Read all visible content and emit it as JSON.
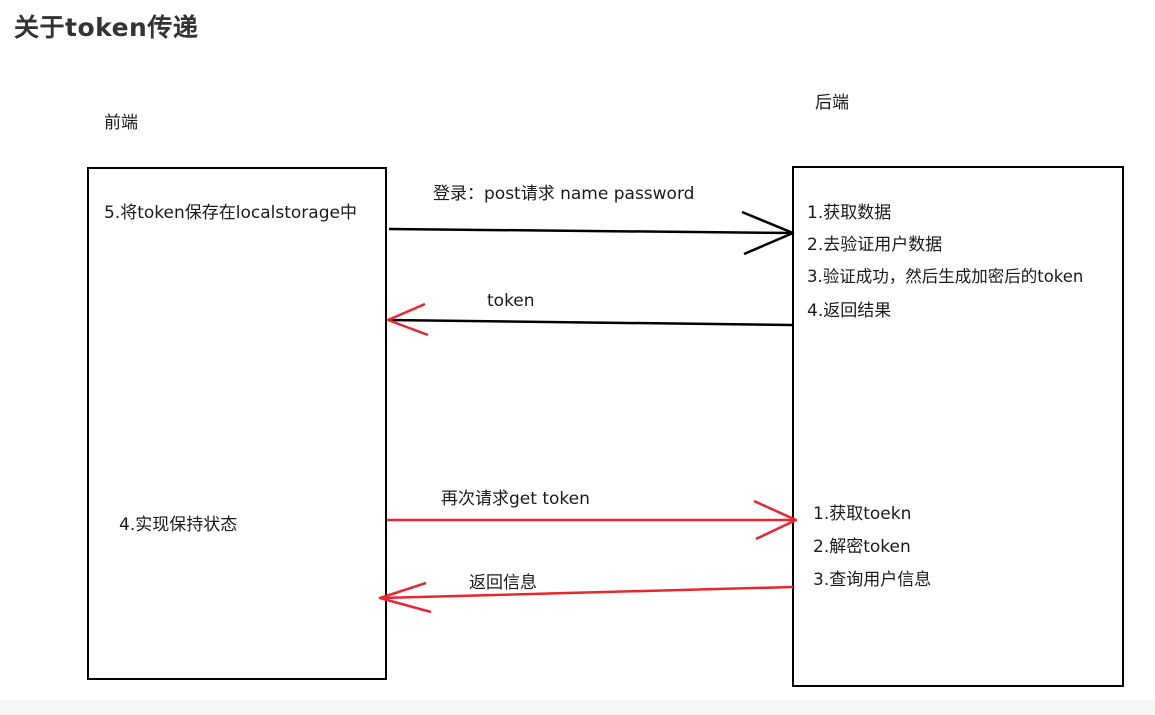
{
  "title": "关于token传递",
  "frontend": {
    "label": "前端",
    "notes": {
      "save_token": "5.将token保存在localstorage中",
      "keep_state": "4.实现保持状态"
    }
  },
  "backend": {
    "label": "后端",
    "login_steps": [
      "1.获取数据",
      "2.去验证用户数据",
      "3.验证成功，然后生成加密后的token",
      "4.返回结果"
    ],
    "request_steps": [
      "1.获取toekn",
      "2.解密token",
      "3.查询用户信息"
    ]
  },
  "messages": {
    "login_request": "登录：post请求  name  password",
    "token_response": "token",
    "get_request": "再次请求get  token",
    "info_response": "返回信息"
  },
  "colors": {
    "login_flow": "#000000",
    "request_flow": "#e8262f",
    "arrowhead_token_response": "#e8262f"
  }
}
